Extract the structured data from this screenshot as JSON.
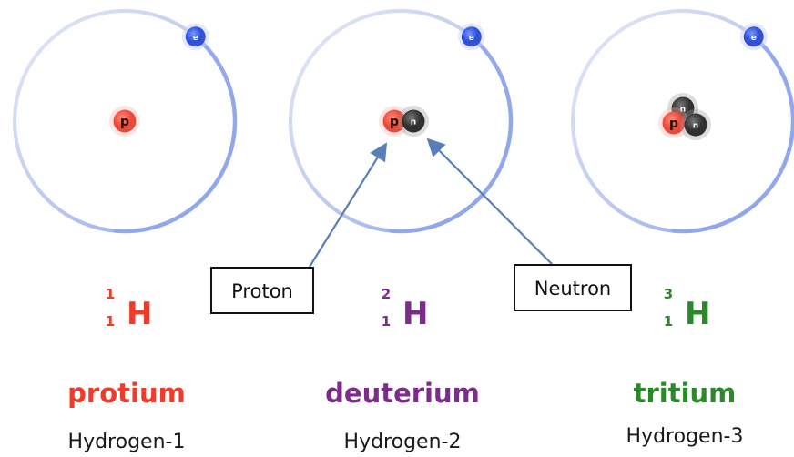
{
  "atoms": [
    {
      "symbol": "H",
      "mass_number": "1",
      "atomic_number": "1",
      "name": "protium",
      "subtitle": "Hydrogen-1",
      "color": "#f03a2a",
      "protons": 1,
      "neutrons": 0
    },
    {
      "symbol": "H",
      "mass_number": "2",
      "atomic_number": "1",
      "name": "deuterium",
      "subtitle": "Hydrogen-2",
      "color": "#7d2c8c",
      "protons": 1,
      "neutrons": 1
    },
    {
      "symbol": "H",
      "mass_number": "3",
      "atomic_number": "1",
      "name": "tritium",
      "subtitle": "Hydrogen-3",
      "color": "#2a8a2a",
      "protons": 1,
      "neutrons": 2
    }
  ],
  "particle_labels": {
    "proton": "p",
    "neutron": "n",
    "electron": "e"
  },
  "callouts": {
    "proton": "Proton",
    "neutron": "Neutron"
  },
  "colors": {
    "orbit": "#8fa6ec",
    "electron": "#2a4fe0",
    "proton": "#f04a3a",
    "neutron": "#333333",
    "arrow": "#5a7fb8"
  }
}
